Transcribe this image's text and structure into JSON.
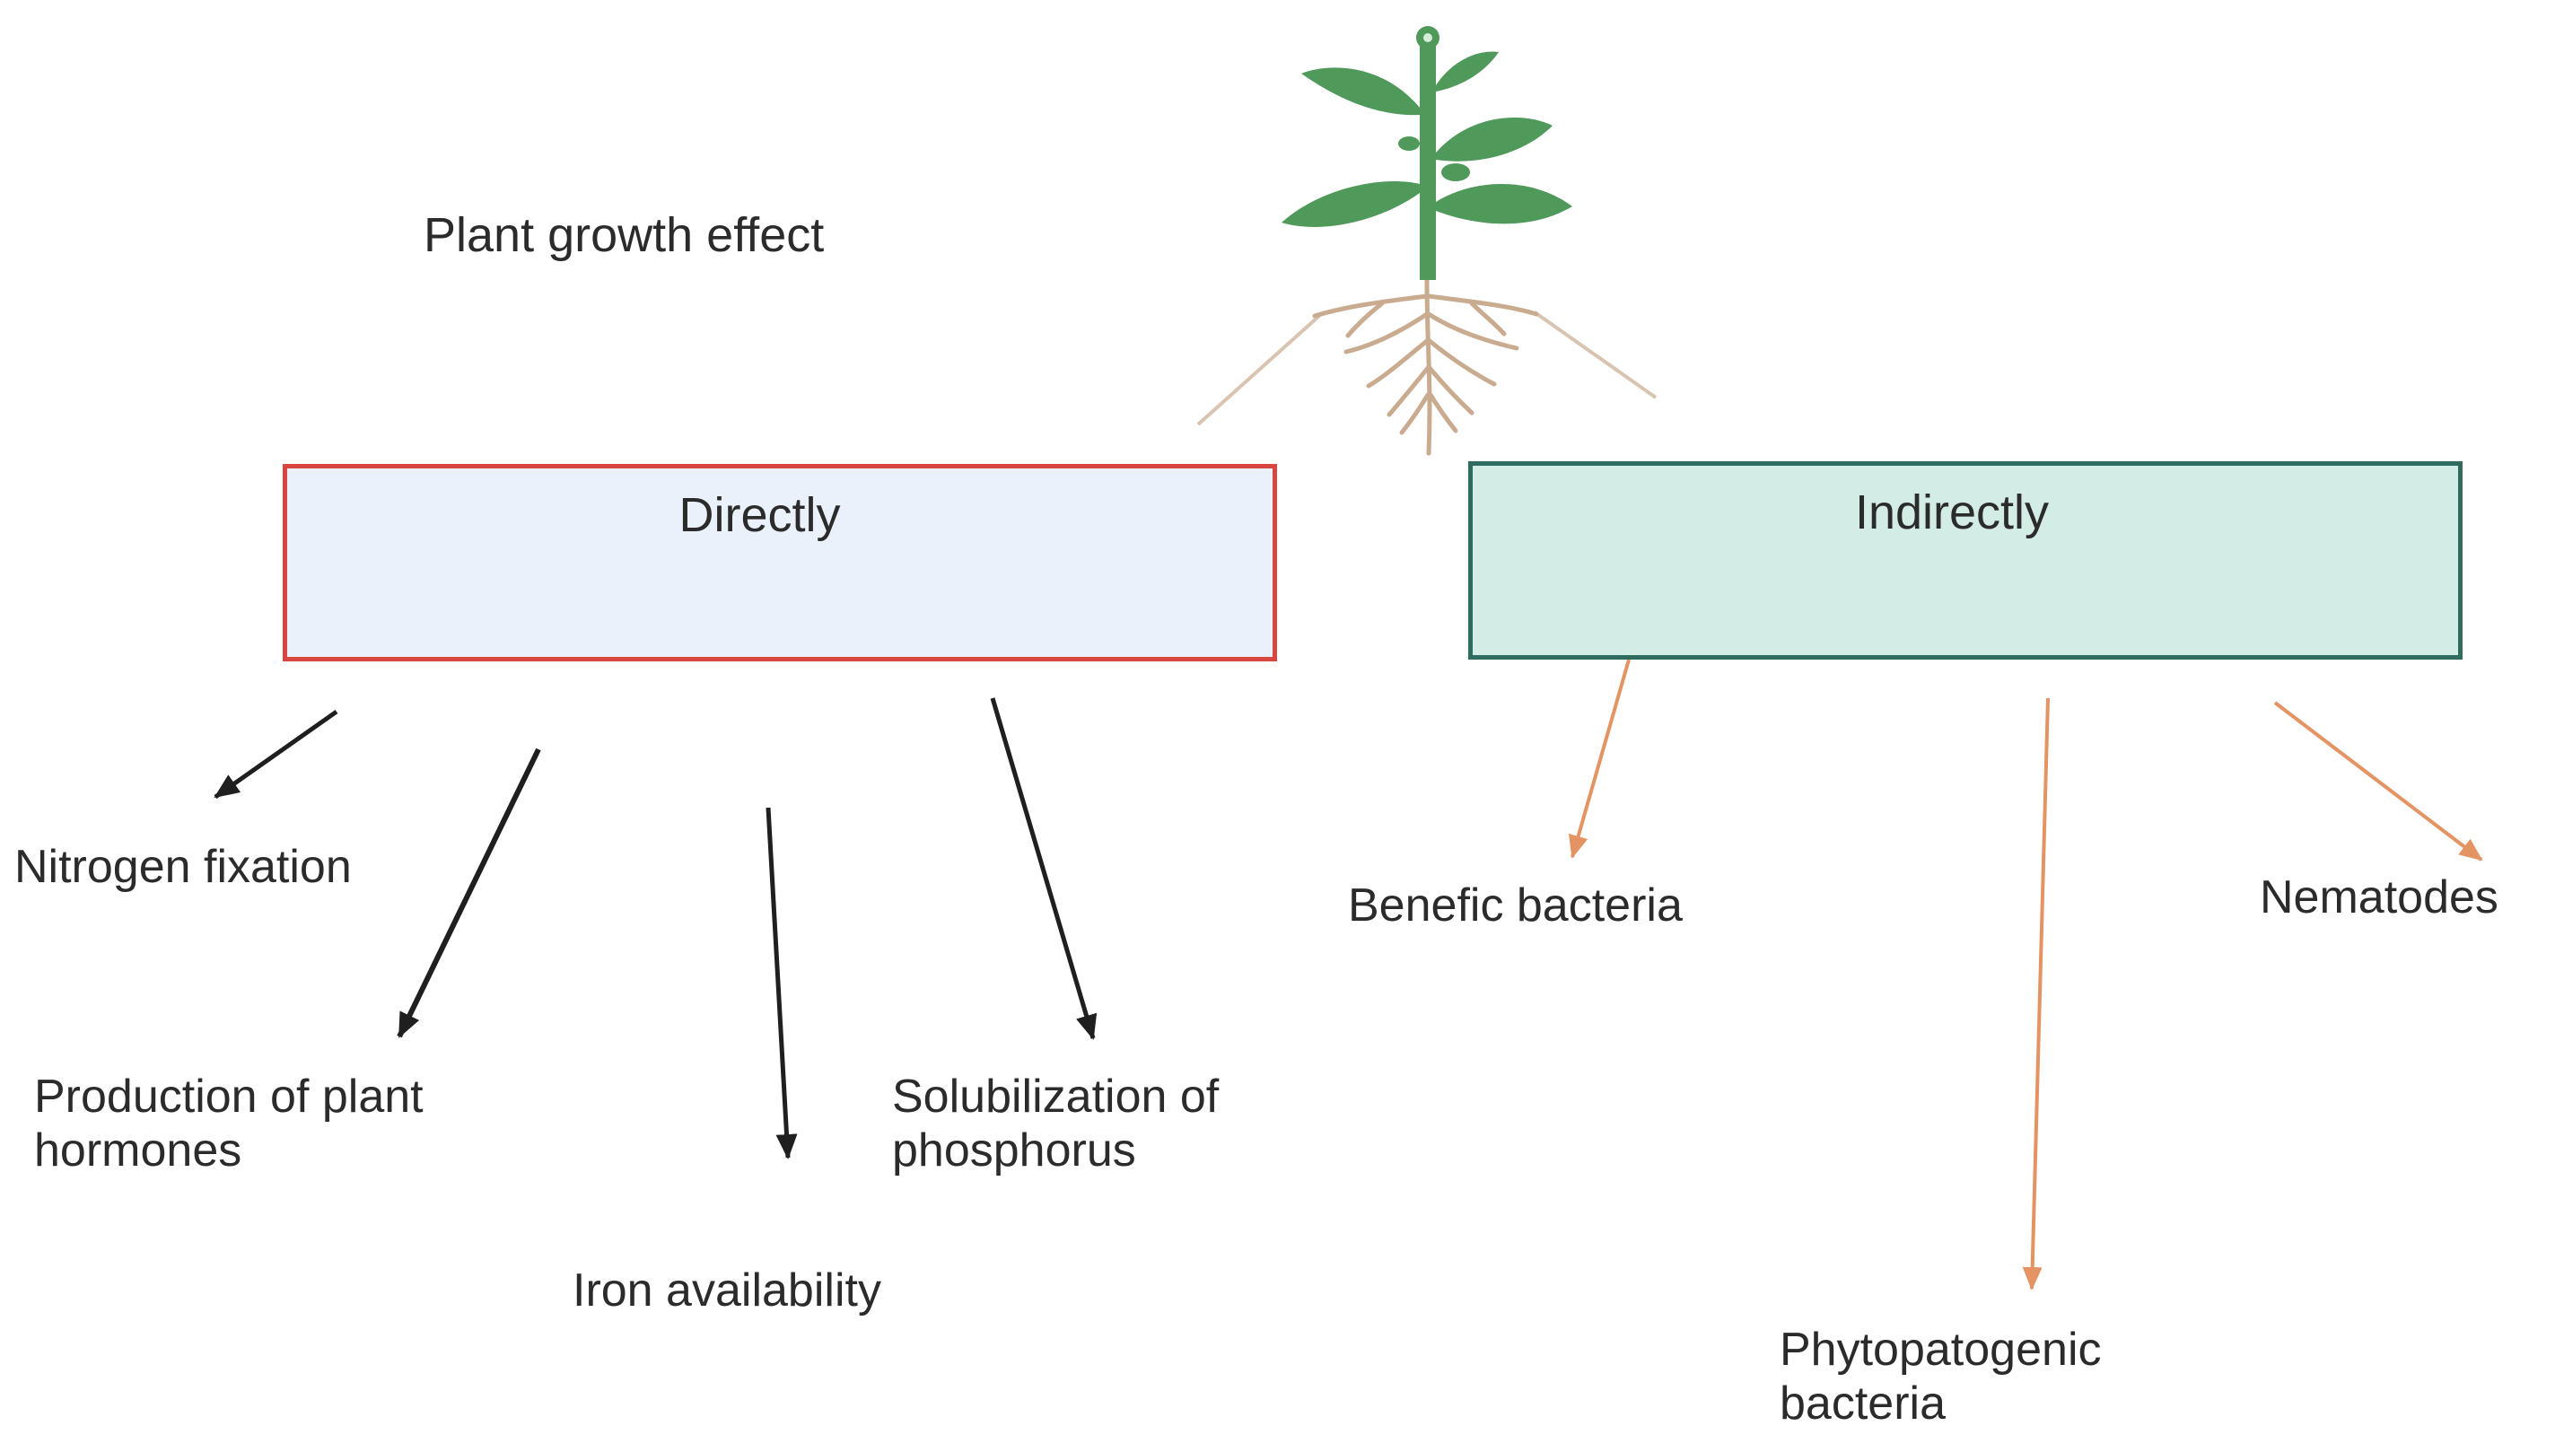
{
  "title": "Plant growth effect",
  "plant_icon": "plant-with-roots",
  "colors": {
    "direct_border": "#d9463f",
    "direct_fill": "#eaf1fb",
    "indirect_border": "#2f6b5f",
    "indirect_fill": "#d4ece6",
    "direct_arrow": "#1f1f1f",
    "indirect_arrow": "#e39462",
    "leaf": "#4f9a5a",
    "root": "#c9ab90"
  },
  "direct": {
    "label": "Directly",
    "items": [
      {
        "line1": "Nitrogen fixation",
        "line2": ""
      },
      {
        "line1": "Production of plant",
        "line2": "hormones"
      },
      {
        "line1": "Iron availability",
        "line2": ""
      },
      {
        "line1": "Solubilization of",
        "line2": "phosphorus"
      }
    ]
  },
  "indirect": {
    "label": "Indirectly",
    "items": [
      {
        "line1": "Benefic bacteria",
        "line2": ""
      },
      {
        "line1": "Phytopatogenic",
        "line2": "bacteria"
      },
      {
        "line1": "Nematodes",
        "line2": ""
      }
    ]
  }
}
